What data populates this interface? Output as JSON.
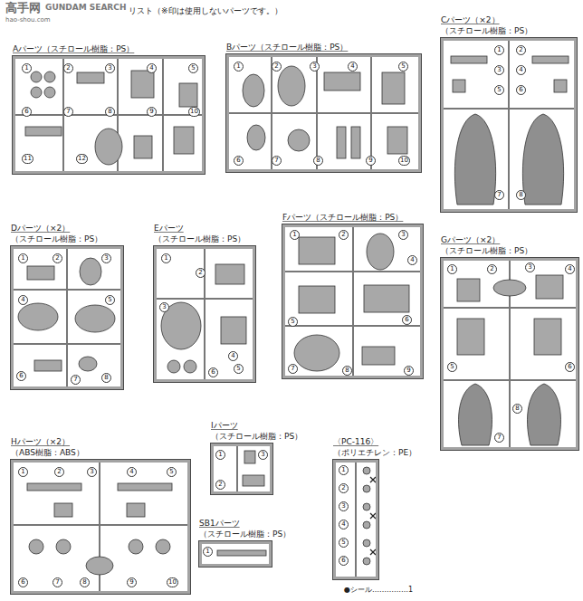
{
  "diagram": {
    "title": "リスト（※印は使用しないパーツです。）",
    "nodes": [
      {
        "text": [
          "Aパーツ（スチロール樹脂：PS）"
        ]
      },
      {
        "text": [
          "Bパーツ（スチロール樹脂：PS）"
        ]
      },
      {
        "text": [
          "Cパーツ（×2）",
          "（スチロール樹脂：PS）"
        ]
      },
      {
        "text": [
          "Dパーツ（×2）",
          "（スチロール樹脂：PS）"
        ]
      },
      {
        "text": [
          "Eパーツ",
          "（スチロール樹脂：PS）"
        ]
      },
      {
        "text": [
          "Fパーツ（スチロール樹脂：PS）"
        ]
      },
      {
        "text": [
          "Gパーツ（×2）",
          "（スチロール樹脂：PS）"
        ]
      },
      {
        "text": [
          "Hパーツ（×2）",
          "（ABS樹脂：ABS）"
        ]
      },
      {
        "text": [
          "Iパーツ",
          "（スチロール樹脂：PS）"
        ]
      },
      {
        "text": [
          "〈PC-116〉",
          "（ポリエチレン：PE）"
        ]
      },
      {
        "text": [
          "SB1パーツ",
          "（スチロール樹脂：PS）"
        ]
      }
    ],
    "labels": [
      "高手网",
      "GUNDAM SEARCH",
      "hao-shou.com",
      "●シール……………1",
      "1",
      "2",
      "3",
      "4",
      "5",
      "6",
      "7",
      "8",
      "9",
      "10",
      "11",
      "12",
      "1",
      "2",
      "3",
      "4",
      "5",
      "6",
      "7",
      "8",
      "9",
      "10",
      "1",
      "2",
      "3",
      "4",
      "5",
      "6",
      "7",
      "8",
      "1",
      "2",
      "3",
      "4",
      "5",
      "6",
      "7",
      "8",
      "1",
      "2",
      "3",
      "4",
      "5",
      "6",
      "1",
      "2",
      "3",
      "4",
      "5",
      "6",
      "7",
      "8",
      "9",
      "1",
      "2",
      "3",
      "4",
      "5",
      "6",
      "7",
      "8",
      "1",
      "2",
      "3",
      "4",
      "5",
      "6",
      "7",
      "8",
      "9",
      "10",
      "1",
      "2",
      "3",
      "1",
      "2",
      "3",
      "4",
      "5",
      "6",
      "1"
    ]
  }
}
